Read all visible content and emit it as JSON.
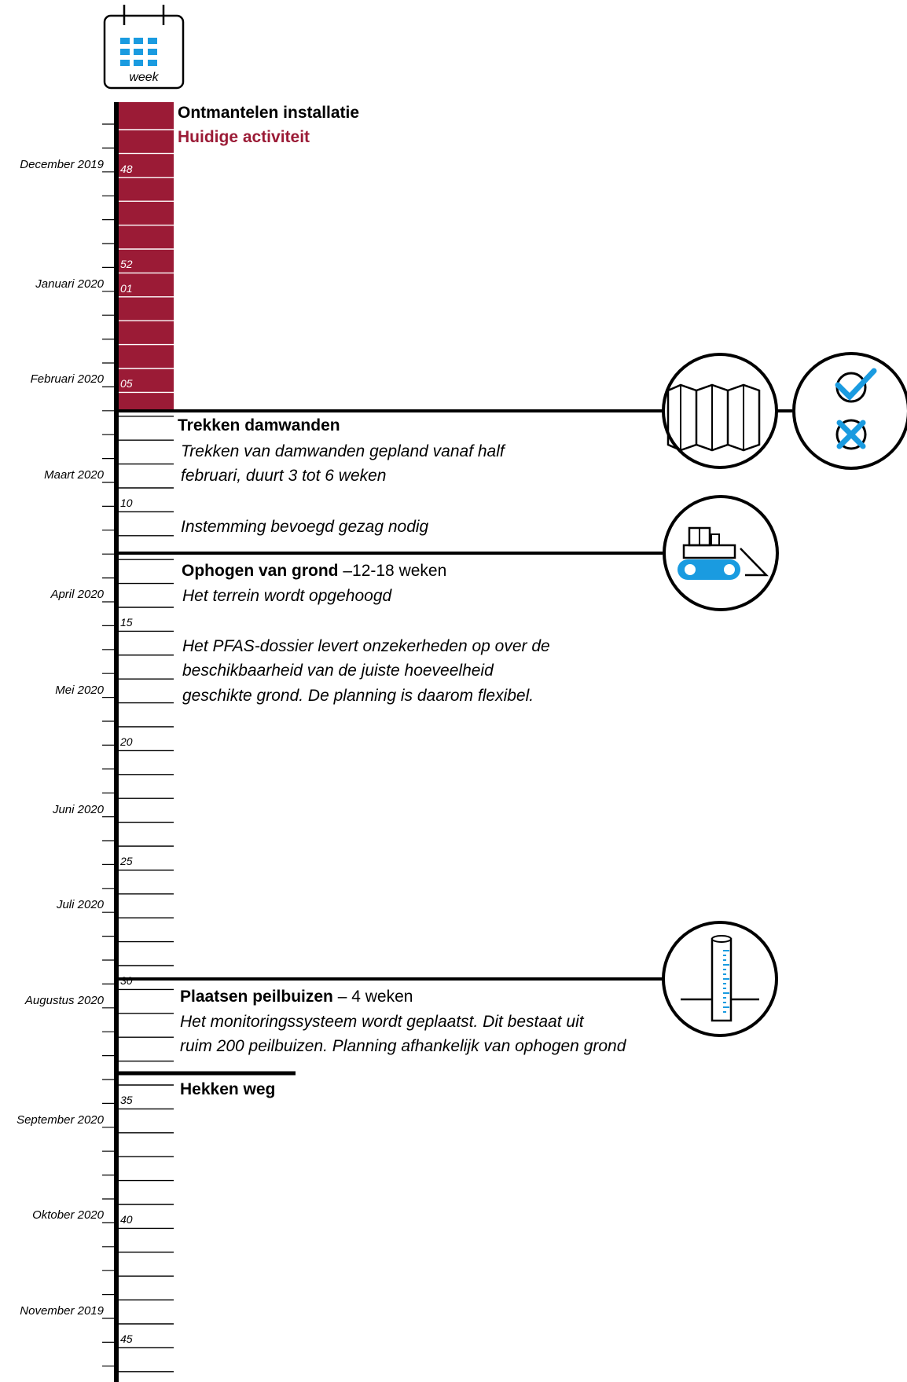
{
  "calendar": {
    "label": "week"
  },
  "colors": {
    "current": "#9b1b36",
    "accent": "#1a9be0",
    "line": "#000000"
  },
  "months": [
    {
      "label": "December 2019",
      "row": 2
    },
    {
      "label": "Januari 2020",
      "row": 7
    },
    {
      "label": "Februari 2020",
      "row": 11
    },
    {
      "label": "Maart 2020",
      "row": 15
    },
    {
      "label": "April 2020",
      "row": 20
    },
    {
      "label": "Mei 2020",
      "row": 24
    },
    {
      "label": "Juni 2020",
      "row": 29
    },
    {
      "label": "Juli 2020",
      "row": 33
    },
    {
      "label": "Augustus 2020",
      "row": 37
    },
    {
      "label": "September 2020",
      "row": 42
    },
    {
      "label": "Oktober 2020",
      "row": 46
    },
    {
      "label": "November 2019",
      "row": 50
    }
  ],
  "weeks": [
    {
      "label": "48",
      "row": 2
    },
    {
      "label": "52",
      "row": 6
    },
    {
      "label": "01",
      "row": 7
    },
    {
      "label": "05",
      "row": 11
    },
    {
      "label": "10",
      "row": 16
    },
    {
      "label": "15",
      "row": 21
    },
    {
      "label": "20",
      "row": 26
    },
    {
      "label": "25",
      "row": 31
    },
    {
      "label": "30",
      "row": 36
    },
    {
      "label": "35",
      "row": 41
    },
    {
      "label": "40",
      "row": 46
    },
    {
      "label": "45",
      "row": 51
    }
  ],
  "activities": [
    {
      "title": "Ontmantelen installatie",
      "status": "Huidige activiteit"
    },
    {
      "title": "Trekken damwanden",
      "note1": "Trekken van damwanden gepland vanaf half",
      "note2": "februari, duurt 3 tot 6 weken",
      "note3": "Instemming bevoegd gezag nodig"
    },
    {
      "title": "Ophogen van grond",
      "duration": "–12-18 weken",
      "note1": "Het terrein wordt opgehoogd",
      "note2": "Het PFAS-dossier levert onzekerheden op over de",
      "note3": "beschikbaarheid van de juiste hoeveelheid",
      "note4": "geschikte grond. De planning is daarom flexibel."
    },
    {
      "title": "Plaatsen peilbuizen",
      "duration": "– 4 weken",
      "note1": "Het monitoringssysteem wordt geplaatst. Dit bestaat uit",
      "note2": "ruim 200 peilbuizen. Planning afhankelijk van ophogen grond"
    },
    {
      "title": "Hekken weg"
    }
  ],
  "icons": [
    "calendar-icon",
    "sheet-pile-icon",
    "approval-check-cross-icon",
    "bulldozer-icon",
    "monitoring-tube-icon"
  ]
}
